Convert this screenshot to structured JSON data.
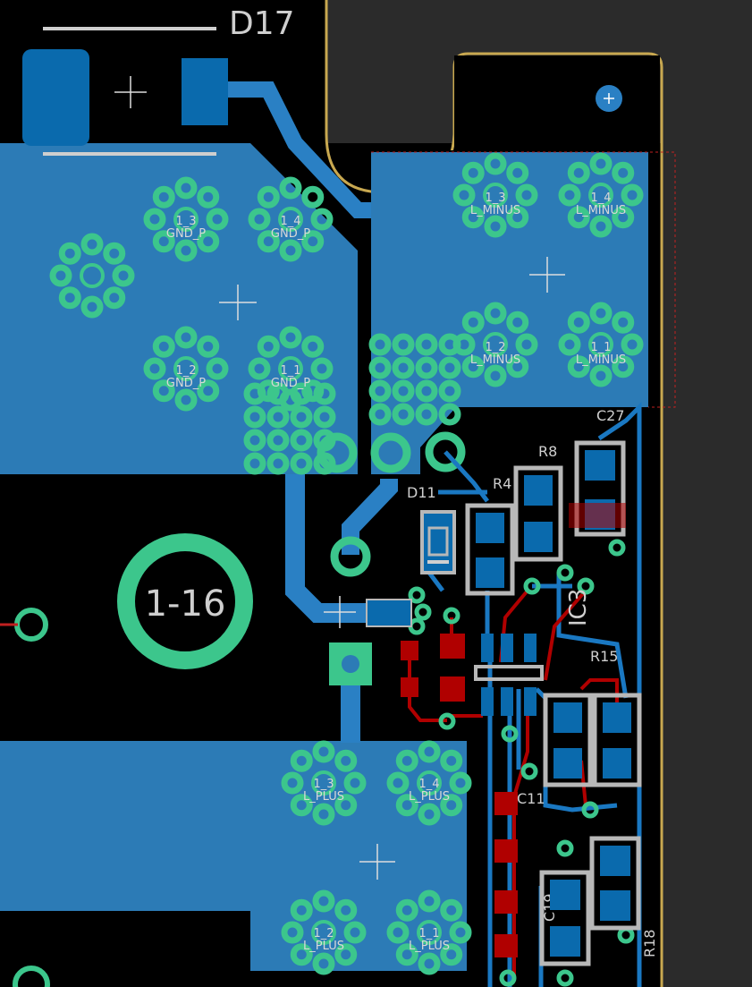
{
  "view": {
    "background": "#000000",
    "outside_board": "#2a2a2a",
    "outline": "#c8a850",
    "copper_top": "#b00000",
    "copper_bottom": "#1a78c2",
    "pour_bottom": "#2c7bb6",
    "via_pad": "#3cc68c",
    "silk": "#cfcfcf",
    "smd_pad": "#0a6aad",
    "smd_outline": "#b8b8b8"
  },
  "designators": {
    "d17": "D17",
    "d11": "D11",
    "r4": "R4",
    "r8": "R8",
    "c27": "C27",
    "ic3": "IC3",
    "r15": "R15",
    "c11": "C11",
    "c19": "C19",
    "r18": "R18",
    "mount_1_16": "1-16"
  },
  "pad_labels": {
    "gnd_13": {
      "num": "1_3",
      "net": "GND_P"
    },
    "gnd_14": {
      "num": "1_4",
      "net": "GND_P"
    },
    "gnd_12": {
      "num": "1_2",
      "net": "GND_P"
    },
    "gnd_11": {
      "num": "1_1",
      "net": "GND_P"
    },
    "lm_13": {
      "num": "1_3",
      "net": "L_MINUS"
    },
    "lm_14": {
      "num": "1_4",
      "net": "L_MINUS"
    },
    "lm_12": {
      "num": "1_2",
      "net": "L_MINUS"
    },
    "lm_11": {
      "num": "1_1",
      "net": "L_MINUS"
    },
    "lp_13": {
      "num": "1_3",
      "net": "L_PLUS"
    },
    "lp_14": {
      "num": "1_4",
      "net": "L_PLUS"
    },
    "lp_12": {
      "num": "1_2",
      "net": "L_PLUS"
    },
    "lp_11": {
      "num": "1_1",
      "net": "L_PLUS"
    }
  }
}
